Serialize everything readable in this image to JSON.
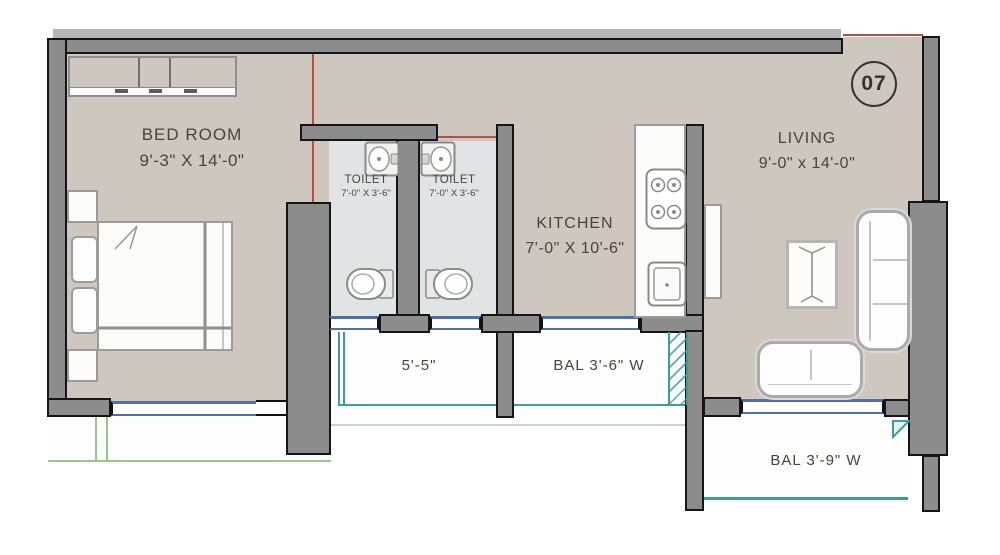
{
  "title": "Apartment unit floor plan drawing",
  "unit": {
    "number": "07"
  },
  "rooms": {
    "bedroom": {
      "name": "BED ROOM",
      "dims": "9'-3\" X 14'-0\""
    },
    "toilet1": {
      "name": "TOILET",
      "dims": "7'-0\" X 3'-6\""
    },
    "toilet2": {
      "name": "TOILET",
      "dims": "7'-0\" X 3'-6\""
    },
    "kitchen": {
      "name": "KITCHEN",
      "dims": "7'-0\" X 10'-6\""
    },
    "living": {
      "name": "LIVING",
      "dims": "9'-0\" x 14'-0\""
    },
    "passage_balcony": {
      "dims": "5'-5\""
    },
    "kitchen_balcony": {
      "name": "BAL 3'-6\" W"
    },
    "living_balcony": {
      "name": "BAL 3'-9\" W"
    }
  },
  "colors": {
    "wall_gray": "#8c8c8c",
    "wall_outline": "#151515",
    "floor_beige": "#cec7bf",
    "toilet_floor": "#e0e4e5",
    "window_blue": "#4e6fa8",
    "partition_red": "#c04b3c",
    "balcony_teal": "#3d9d9d",
    "terrace_green": "#9cc48c",
    "label_text": "#48443d"
  }
}
